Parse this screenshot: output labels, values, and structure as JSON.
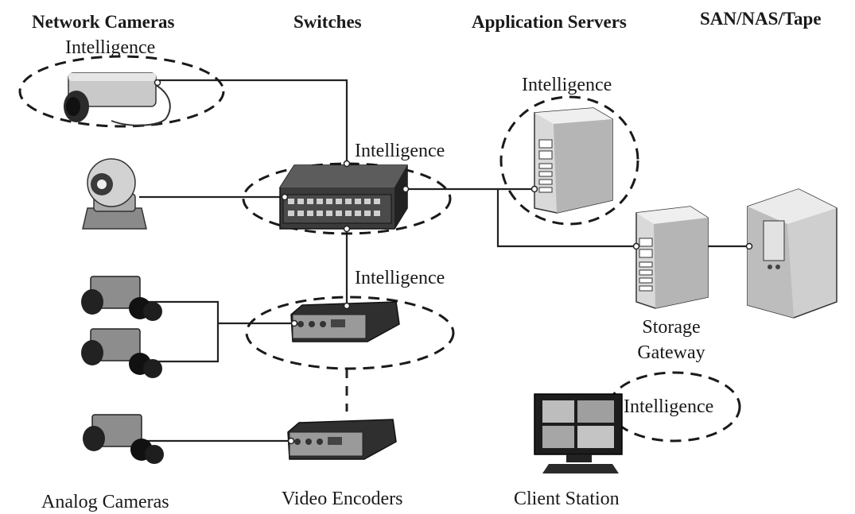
{
  "headers": {
    "network_cameras": "Network Cameras",
    "switches": "Switches",
    "application_servers": "Application Servers",
    "storage": "SAN/NAS/Tape"
  },
  "footers": {
    "analog_cameras": "Analog Cameras",
    "video_encoders": "Video Encoders",
    "client_station": "Client Station"
  },
  "intelligence": {
    "network_camera": "Intelligence",
    "switch": "Intelligence",
    "application_server": "Intelligence",
    "video_encoder": "Intelligence",
    "client_station": "Intelligence"
  },
  "storage_gateway": {
    "line1": "Storage",
    "line2": "Gateway"
  },
  "icons": {
    "network_camera": "box-camera-icon",
    "ptz_camera": "ptz-dome-camera-icon",
    "analog_camera": "analog-camera-icon",
    "switch": "network-switch-icon",
    "video_encoder": "video-encoder-icon",
    "application_server": "tower-server-icon",
    "storage_gateway": "storage-gateway-icon",
    "storage_array": "storage-rack-icon",
    "client_station": "monitor-icon"
  }
}
